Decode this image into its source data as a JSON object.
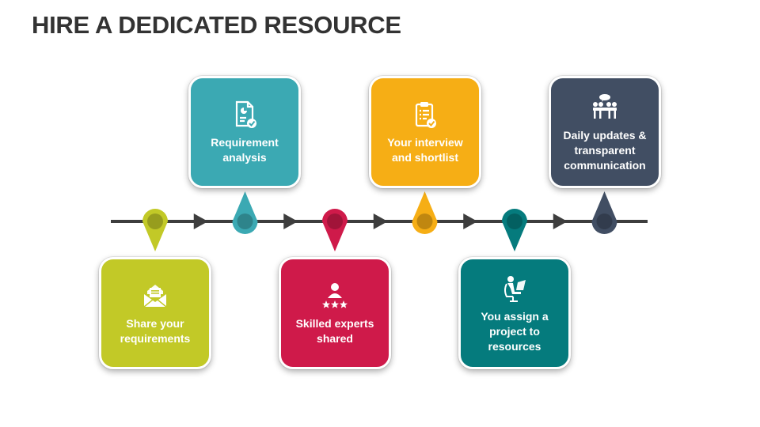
{
  "title": "HIRE A DEDICATED RESOURCE",
  "steps": [
    {
      "label": "Share your\nrequirements",
      "icon": "envelope-icon",
      "color": "#c2c927",
      "position": "below"
    },
    {
      "label": "Requirement\nanalysis",
      "icon": "document-chart-icon",
      "color": "#3ba9b3",
      "position": "above"
    },
    {
      "label": "Skilled experts\nshared",
      "icon": "expert-rating-icon",
      "color": "#cf1a4a",
      "position": "below"
    },
    {
      "label": "Your interview\nand shortlist",
      "icon": "clipboard-check-icon",
      "color": "#f6ae15",
      "position": "above"
    },
    {
      "label": "You assign a\nproject to\nresources",
      "icon": "person-at-laptop-icon",
      "color": "#057b7d",
      "position": "below"
    },
    {
      "label": "Daily updates &\ntransparent\ncommunication",
      "icon": "team-meeting-icon",
      "color": "#414e63",
      "position": "above"
    }
  ],
  "colors": {
    "title": "#333333",
    "timeline": "#3d3d3d"
  }
}
